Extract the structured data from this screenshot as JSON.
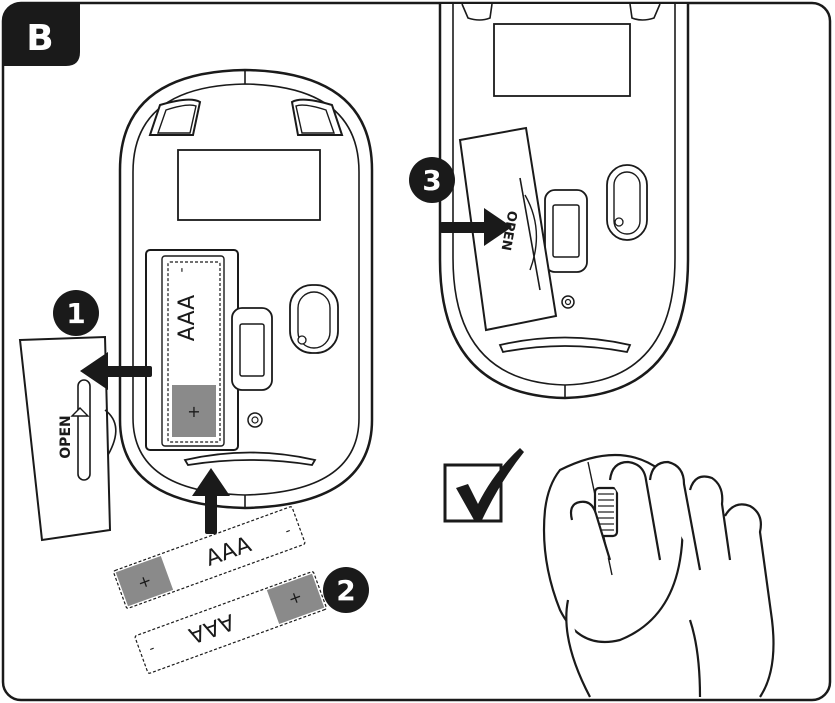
{
  "panel": {
    "label": "B"
  },
  "steps": [
    {
      "number": "1"
    },
    {
      "number": "2"
    },
    {
      "number": "3"
    }
  ],
  "battery": {
    "label": "AAA",
    "plus": "+",
    "minus": "-"
  },
  "cover": {
    "label": "OPEN"
  },
  "colors": {
    "ink": "#1a1a1a",
    "fill": "#ffffff",
    "cell_dark": "#8a8a8a",
    "badge": "#1a1a1a"
  },
  "icons": [
    "checkmark-icon",
    "hand-icon",
    "arrow-icon"
  ]
}
